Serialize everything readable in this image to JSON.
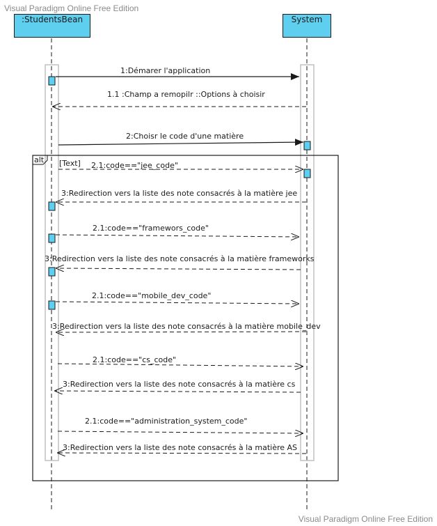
{
  "watermark": {
    "top": "Visual Paradigm Online Free Edition",
    "bottom": "Visual Paradigm Online Free Edition"
  },
  "lifelines": {
    "students": ":StudentsBean",
    "system": "System"
  },
  "frame": {
    "operator": "alt",
    "guard": "[Text]"
  },
  "messages": [
    "1:Démarer l'application",
    "1.1 :Champ a remopilr ::Options à choisir",
    "2:Choisr le code d'une matière",
    "2.1:code==\"jee_code\"",
    "3:Redirection vers la liste des note consacrés à la matière jee",
    "2.1:code==\"framewors_code\"",
    "3:Redirection vers la liste des note consacrés à la matière  frameworks",
    "2.1:code==\"mobile_dev_code\"",
    "3:Redirection vers la liste des note consacrés à la matière mobile_dev",
    "2.1:code==\"cs_code\"",
    "3:Redirection vers la liste des note consacrés à la matière cs",
    "2.1:code==\"administration_system_code\"",
    "3:Redirection vers la liste des note consacrés à la matière AS"
  ],
  "colors": {
    "lifeline_head": "#5fcff0",
    "activation": "#5fcff0",
    "line": "#1a1a1a"
  }
}
